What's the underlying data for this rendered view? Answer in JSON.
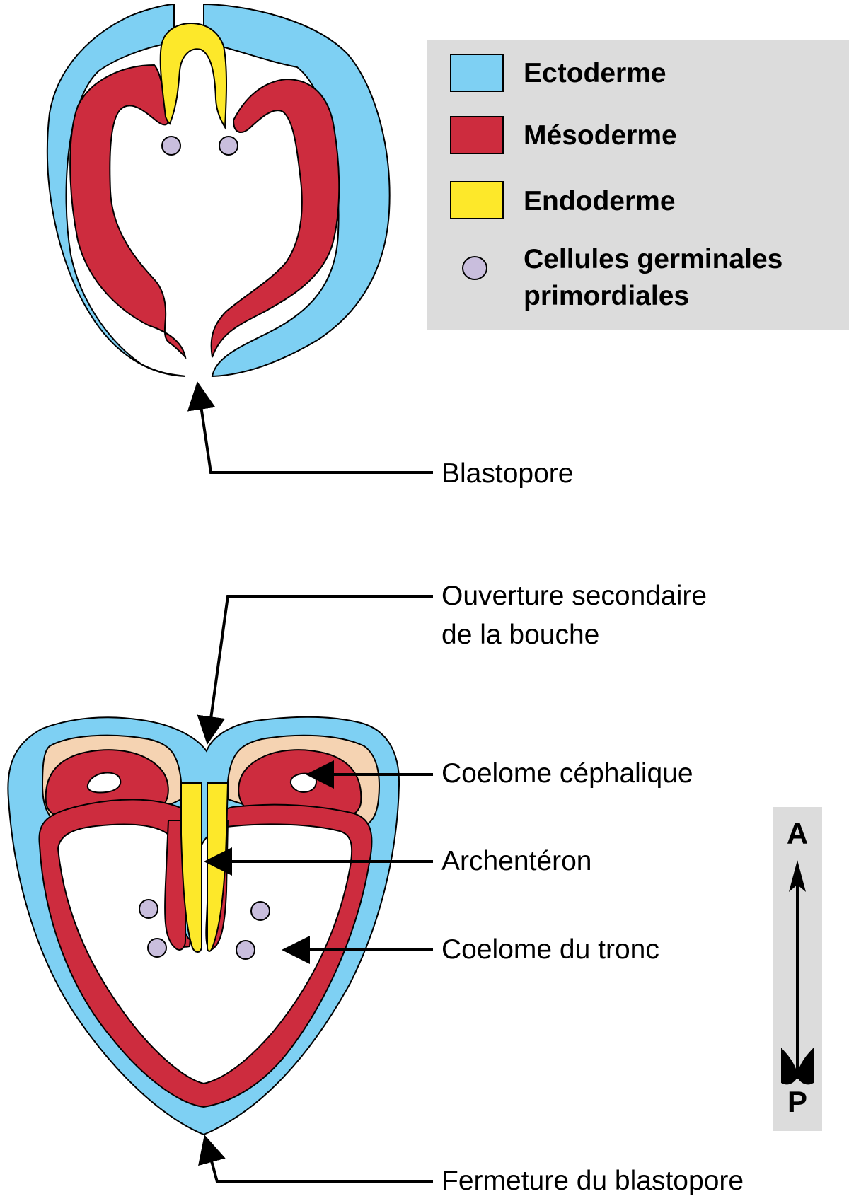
{
  "colors": {
    "ectoderm": "#7ed0f3",
    "mesoderm": "#cd2c3e",
    "endoderm": "#fde82a",
    "germ_cell": "#c9bedd",
    "head_tissue": "#f5d3b2",
    "panel": "#dcdcdc"
  },
  "legend": {
    "ectoderm": "Ectoderme",
    "mesoderm": "Mésoderme",
    "endoderm": "Endoderme",
    "germ_cells_line1": "Cellules germinales",
    "germ_cells_line2": "primordiales"
  },
  "labels": {
    "blastopore": "Blastopore",
    "mouth_line1": "Ouverture secondaire",
    "mouth_line2": "de la bouche",
    "head_coelom": "Coelome céphalique",
    "archenteron": "Archentéron",
    "trunk_coelom": "Coelome du tronc",
    "blastopore_closure": "Fermeture du blastopore"
  },
  "axis": {
    "anterior": "A",
    "posterior": "P"
  }
}
